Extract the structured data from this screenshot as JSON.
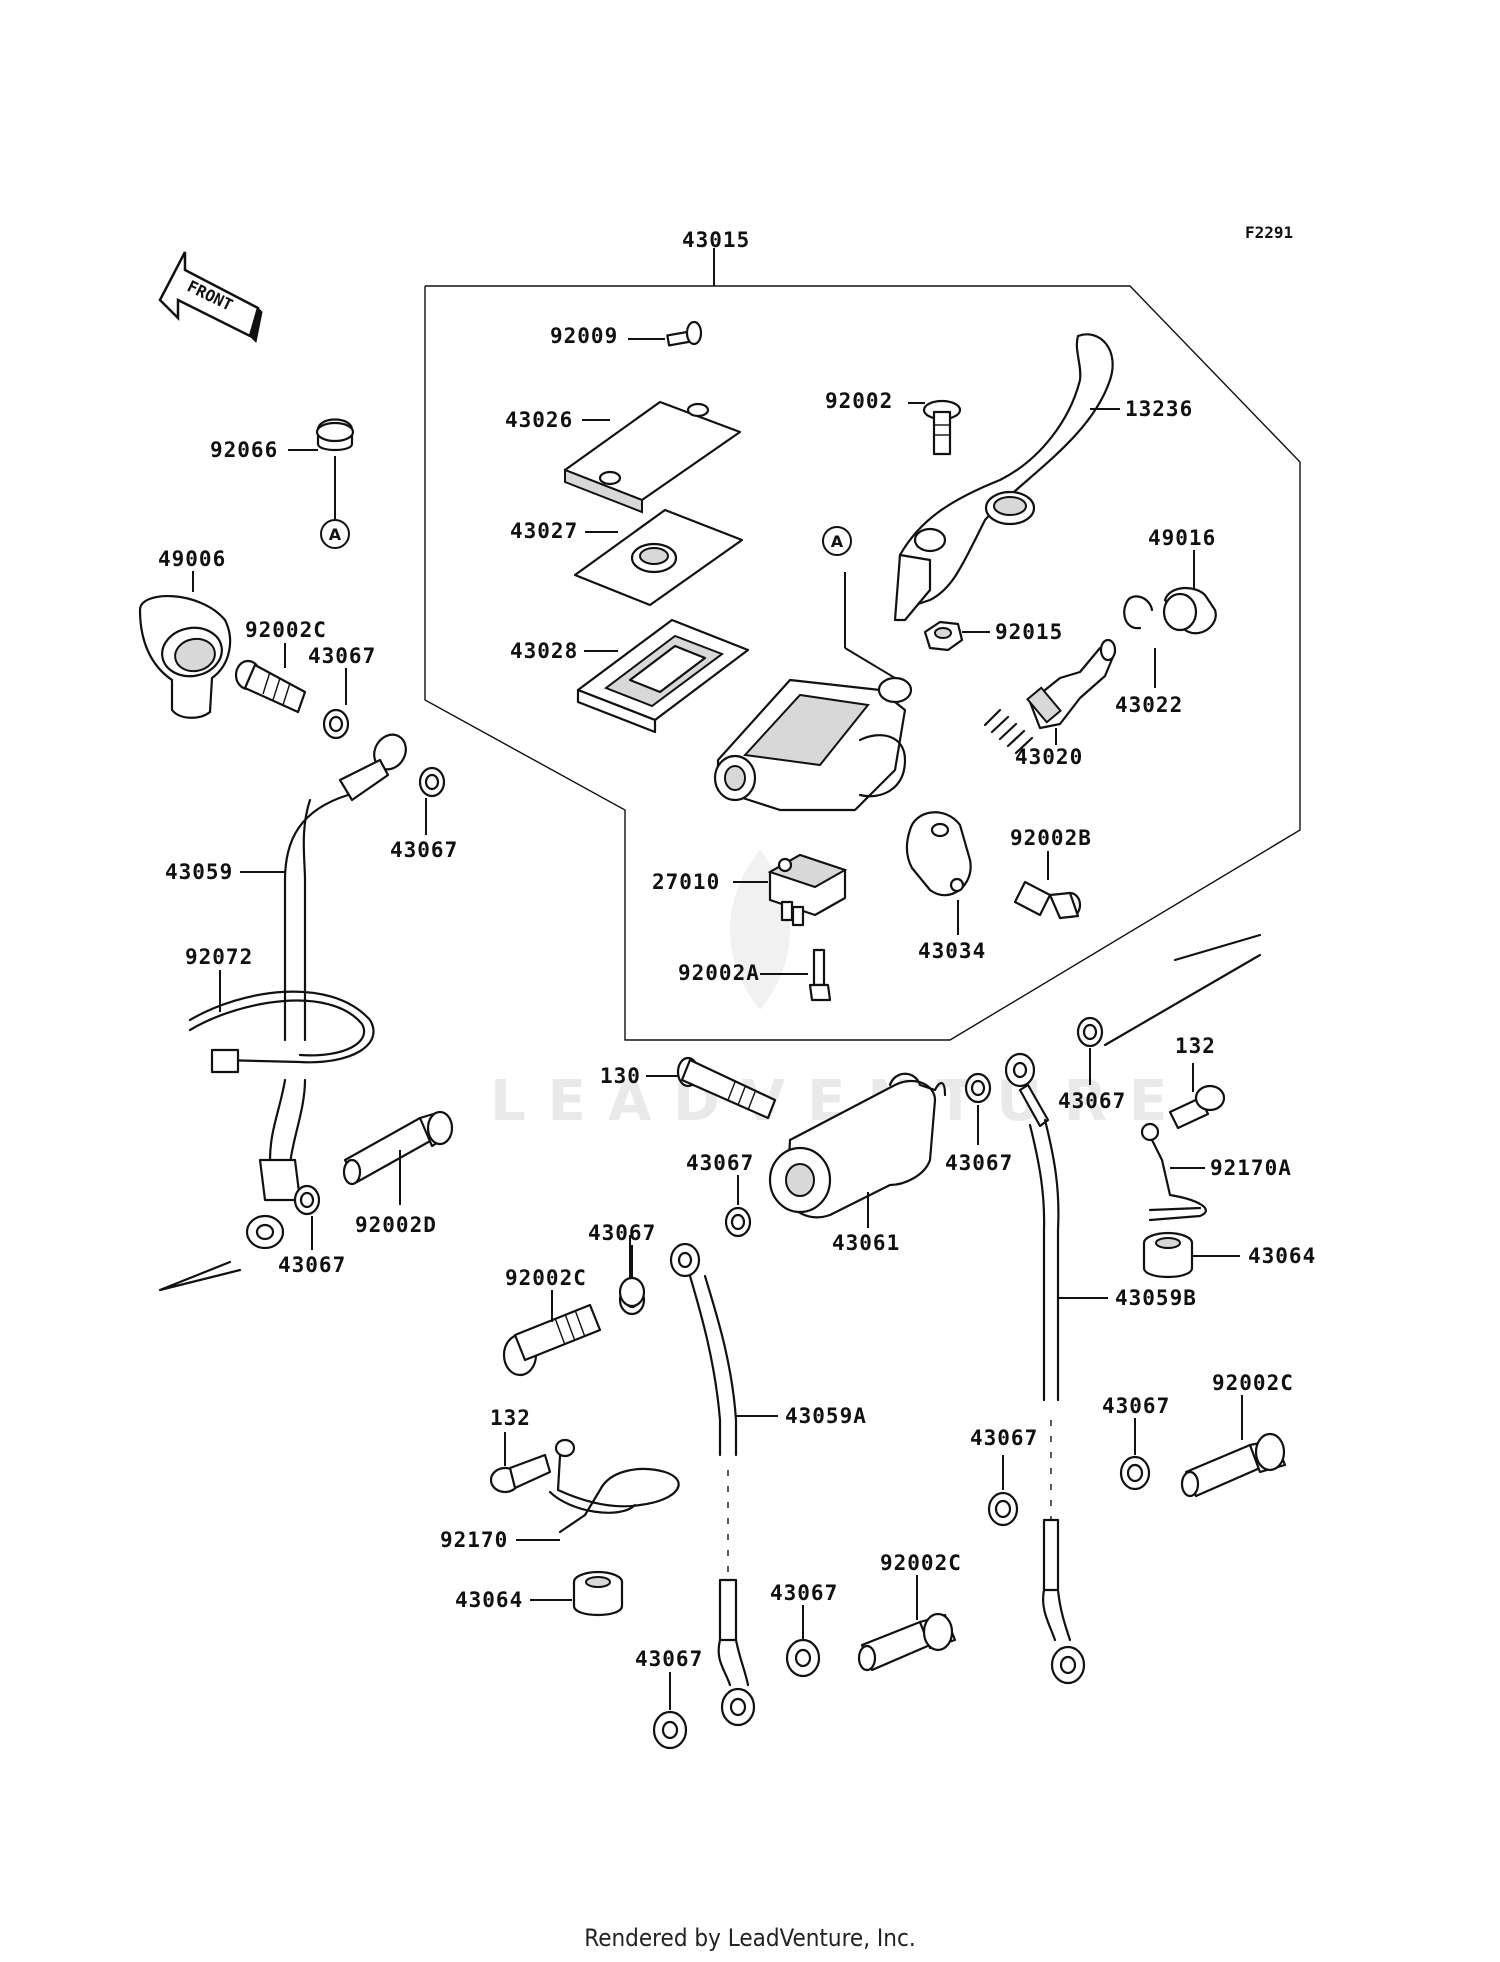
{
  "drawing_code": "F2291",
  "footer": "Rendered by LeadVenture, Inc.",
  "watermark": "LEADVENTURE",
  "front_arrow": "FRONT",
  "callouts": [
    "A",
    "A"
  ],
  "labels": {
    "p43015": "43015",
    "p92009": "92009",
    "p43026": "43026",
    "p92002": "92002",
    "p13236": "13236",
    "p43027": "43027",
    "p49016": "49016",
    "p43028": "43028",
    "p92015": "92015",
    "p43022": "43022",
    "p43020": "43020",
    "p92002B": "92002B",
    "p27010": "27010",
    "p43034": "43034",
    "p92002A": "92002A",
    "p92066": "92066",
    "p49006": "49006",
    "p92002C_a": "92002C",
    "p43067_a": "43067",
    "p43067_b": "43067",
    "p43059": "43059",
    "p92072": "92072",
    "p92002D": "92002D",
    "p43067_c": "43067",
    "p130": "130",
    "p43067_d": "43067",
    "p43067_e": "43067",
    "p43061": "43061",
    "p43067_f": "43067",
    "p132_a": "132",
    "p92170A": "92170A",
    "p43064_a": "43064",
    "p43059B": "43059B",
    "p43067_g": "43067",
    "p92002C_b": "92002C",
    "p43059A": "43059A",
    "p132_b": "132",
    "p92170": "92170",
    "p43064_b": "43064",
    "p92002C_c": "92002C",
    "p43067_h": "43067",
    "p43067_i": "43067",
    "p43067_j": "43067",
    "p43067_k": "43067",
    "p92002C_d": "92002C"
  }
}
